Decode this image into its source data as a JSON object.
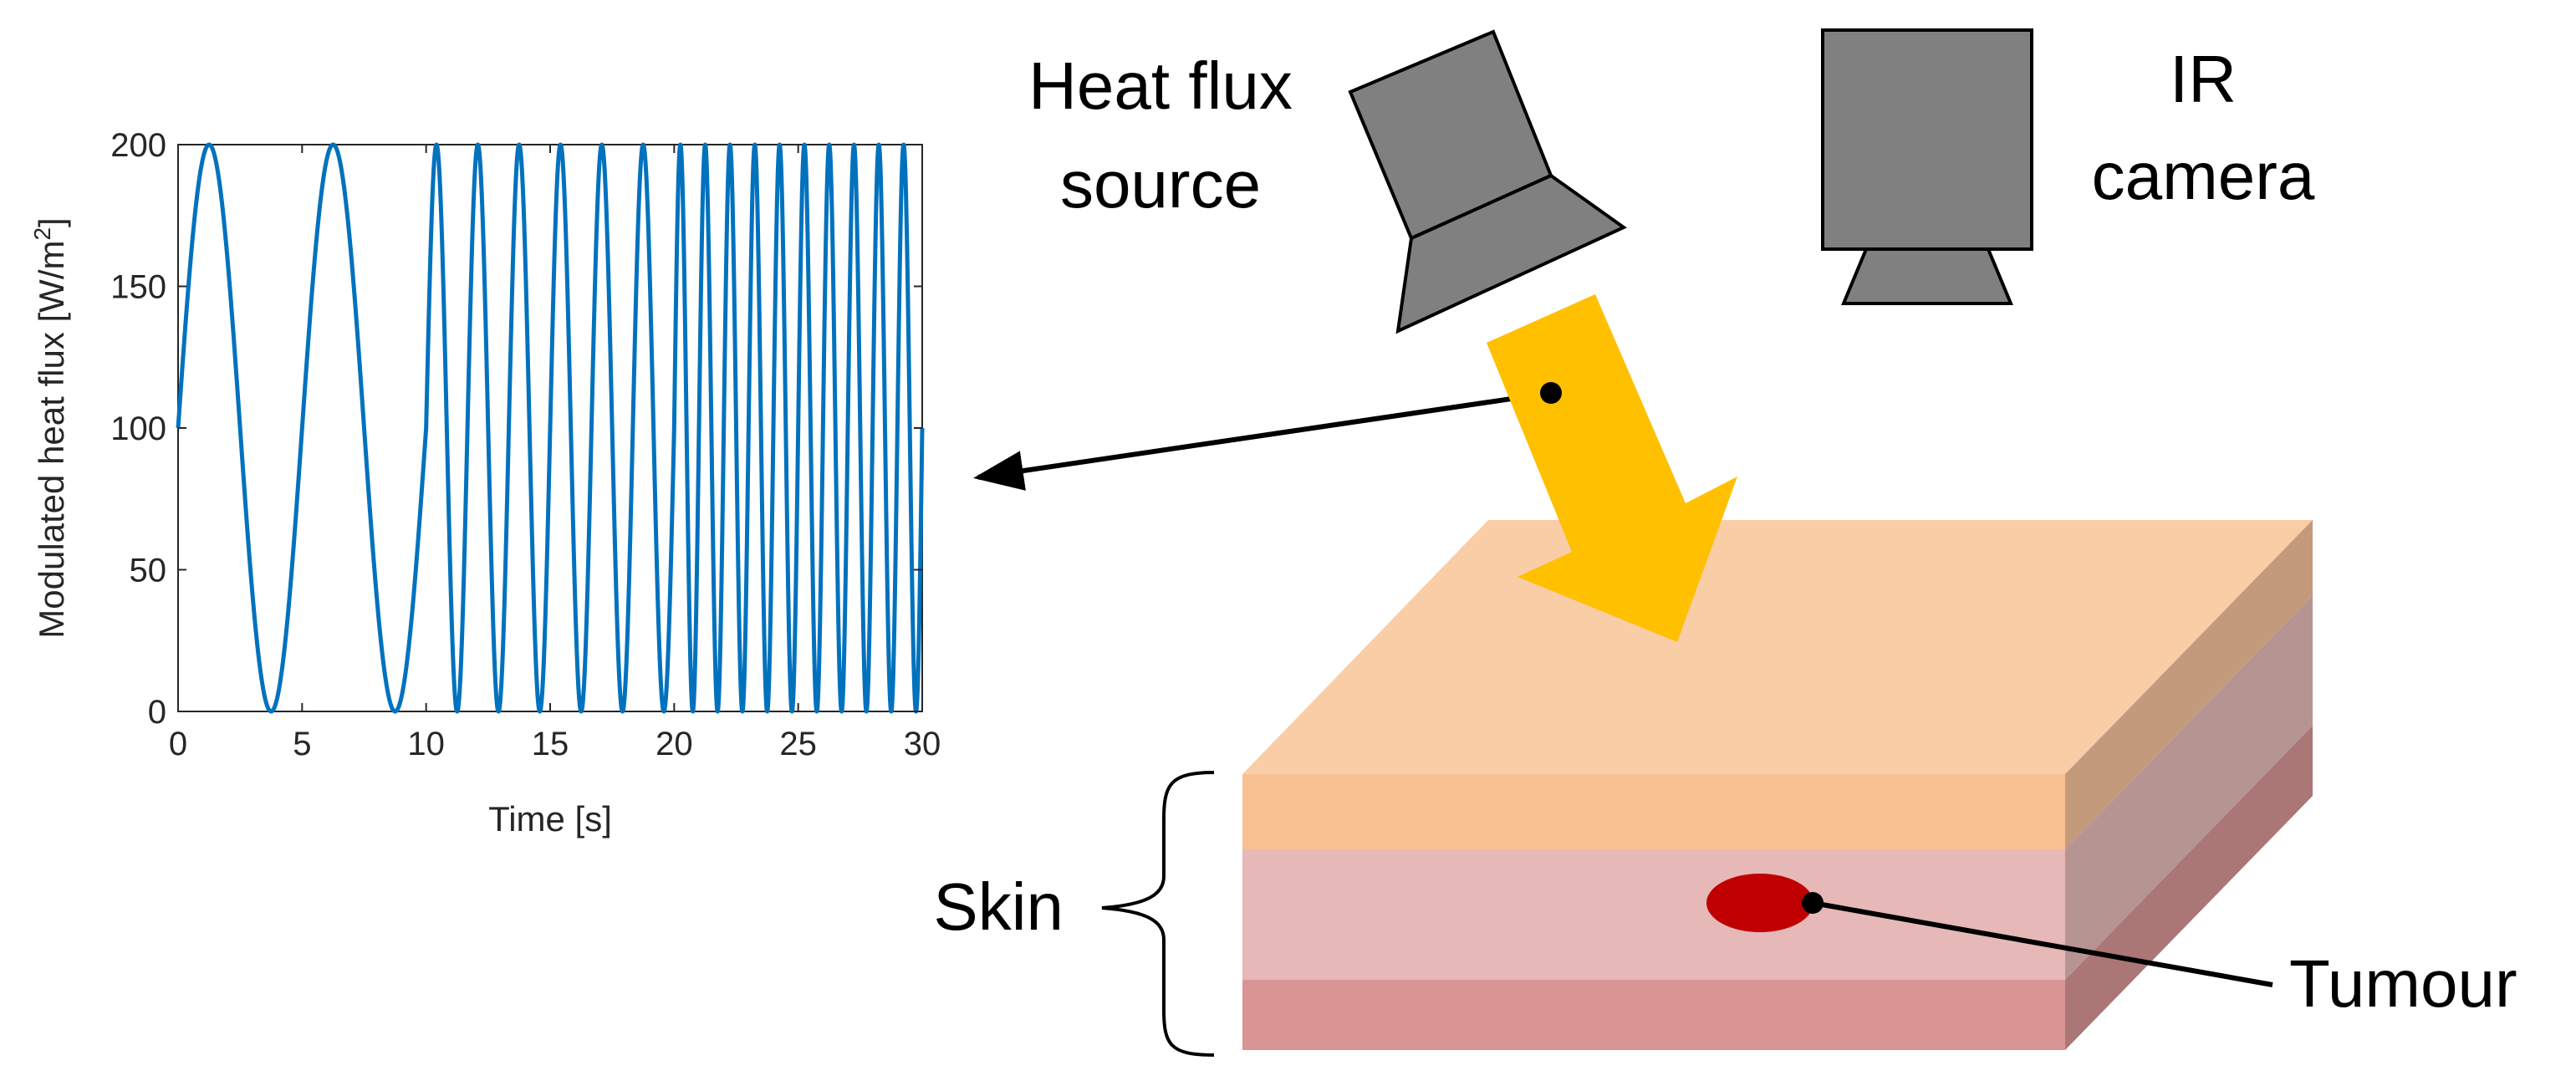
{
  "labels": {
    "heat_source_line1": "Heat flux",
    "heat_source_line2": "source",
    "camera_line1": "IR",
    "camera_line2": "camera",
    "skin": "Skin",
    "tumour": "Tumour"
  },
  "colors": {
    "device": "#808080",
    "device_stroke": "#000000",
    "beam": "#FFC000",
    "skin_top": "#F9CDA6",
    "skin_right_top": "#C49A7C",
    "skin_layer1_front": "#F8C090",
    "skin_layer1_right": "#C49A7C",
    "skin_layer2_front": "#E6B8B7",
    "skin_layer2_right": "#B69492",
    "skin_layer3_front": "#D99594",
    "skin_layer3_right": "#AA7676",
    "tumour": "#C00000",
    "line": "#0072BD"
  },
  "chart_data": {
    "type": "line",
    "title": "",
    "xlabel": "Time [s]",
    "ylabel_main": "Modulated heat flux [W/m",
    "ylabel_sup": "2",
    "ylabel_end": "]",
    "xlim": [
      0,
      30
    ],
    "ylim": [
      0,
      200
    ],
    "xticks": [
      0,
      5,
      10,
      15,
      20,
      25,
      30
    ],
    "yticks": [
      0,
      50,
      100,
      150,
      200
    ],
    "grid": false,
    "signal": {
      "offset": 100,
      "amplitude": 100,
      "segments": [
        {
          "t_start": 0,
          "t_end": 10,
          "frequency_hz": 0.2
        },
        {
          "t_start": 10,
          "t_end": 20,
          "frequency_hz": 0.6
        },
        {
          "t_start": 20,
          "t_end": 30,
          "frequency_hz": 1.0
        }
      ]
    }
  }
}
